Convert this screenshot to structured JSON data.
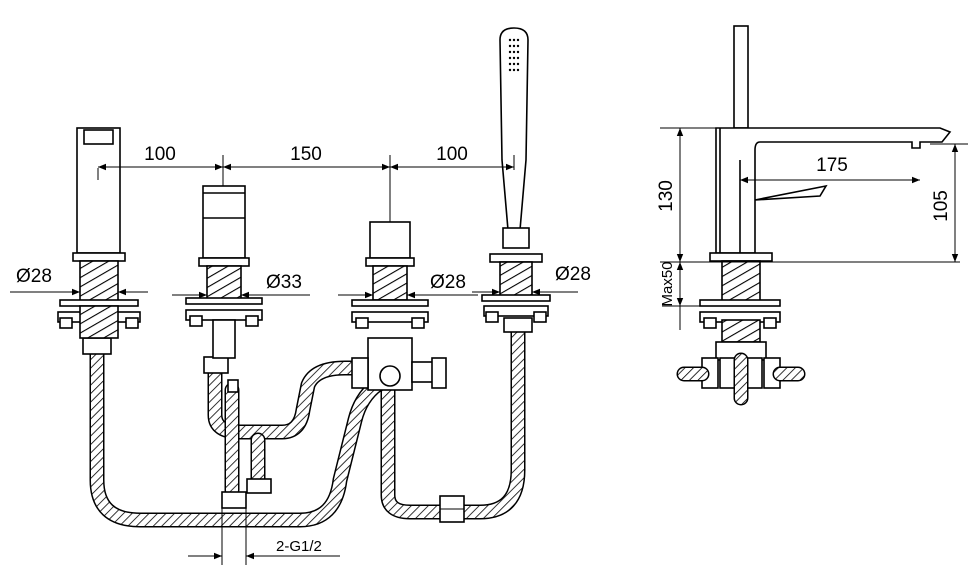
{
  "front_view": {
    "spacing": [
      "100",
      "150",
      "100"
    ],
    "diameters": [
      "Ø28",
      "Ø33",
      "Ø28",
      "Ø28"
    ],
    "connection": "2-G1/2"
  },
  "side_view": {
    "spout_reach": "175",
    "body_height": "130",
    "spout_height": "105",
    "max_deck": "Max50"
  }
}
